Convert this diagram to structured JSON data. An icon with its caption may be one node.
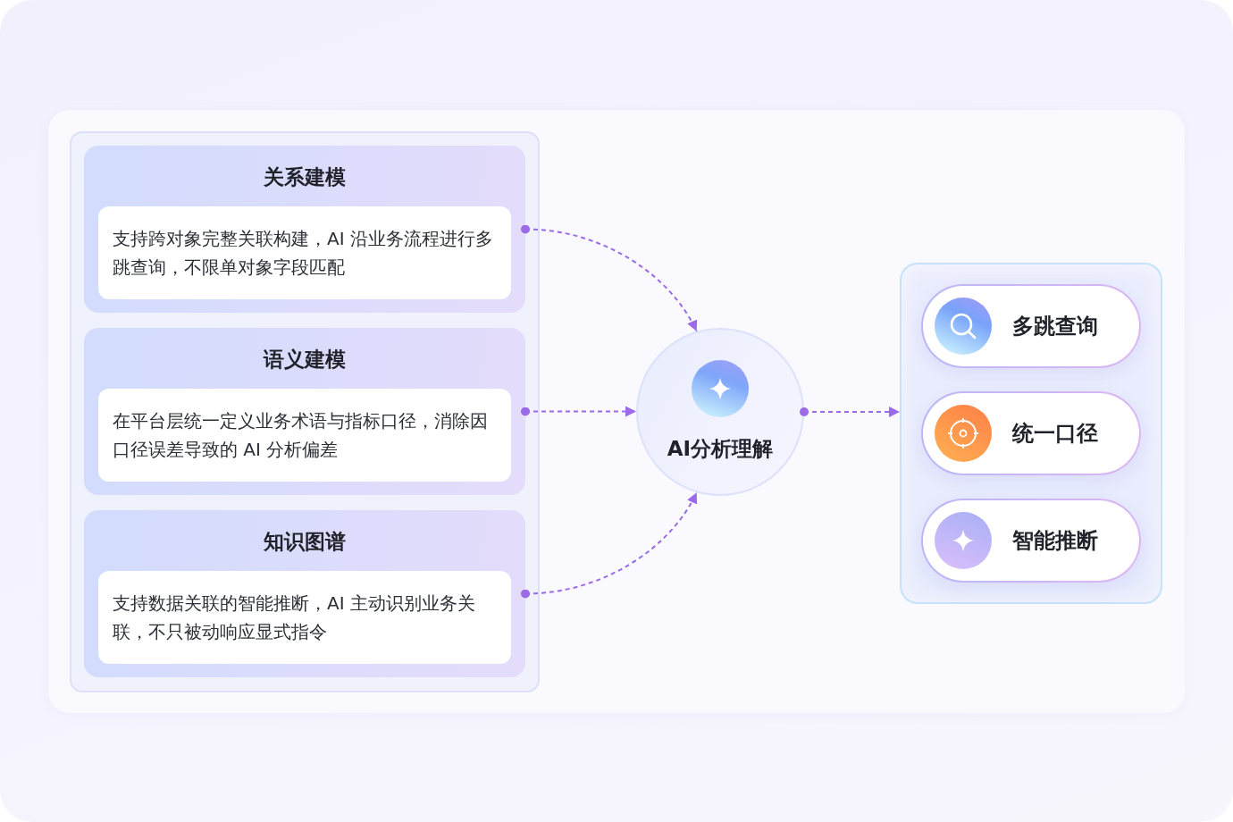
{
  "diagram": {
    "nodes": [
      {
        "text": [],
        "shape": "box"
      },
      {
        "text": [
          "关系建模"
        ],
        "in": 0
      },
      {
        "text": [
          "支持跨对象完整关联构建，AI 沿业务流程进行多跳查询，不限单对象字段匹配"
        ],
        "in": 1
      },
      {
        "text": [
          "语义建模"
        ],
        "in": 0
      },
      {
        "text": [
          "在平台层统一定义业务术语与指标口径，消除因口径误差导致的 AI 分析偏差"
        ],
        "in": 3
      },
      {
        "text": [
          "知识图谱"
        ],
        "in": 0
      },
      {
        "text": [
          "支持数据关联的智能推断，AI 主动识别业务关联，不只被动响应显式指令"
        ],
        "in": 5
      },
      {
        "text": [
          "AI分析理解"
        ]
      },
      {
        "text": [],
        "shape": "box"
      },
      {
        "text": [
          "多跳查询"
        ],
        "in": 8
      },
      {
        "text": [
          "统一口径"
        ],
        "in": 8
      },
      {
        "text": [
          "智能推断"
        ],
        "in": 8
      }
    ],
    "edges": [
      {
        "from": 1,
        "to": 7,
        "arrow": "to",
        "style": "dashed"
      },
      {
        "from": 3,
        "to": 7,
        "arrow": "to",
        "style": "dashed"
      },
      {
        "from": 5,
        "to": 7,
        "arrow": "to",
        "style": "dashed"
      },
      {
        "from": 7,
        "to": 8,
        "arrow": "to",
        "style": "dashed"
      }
    ]
  }
}
